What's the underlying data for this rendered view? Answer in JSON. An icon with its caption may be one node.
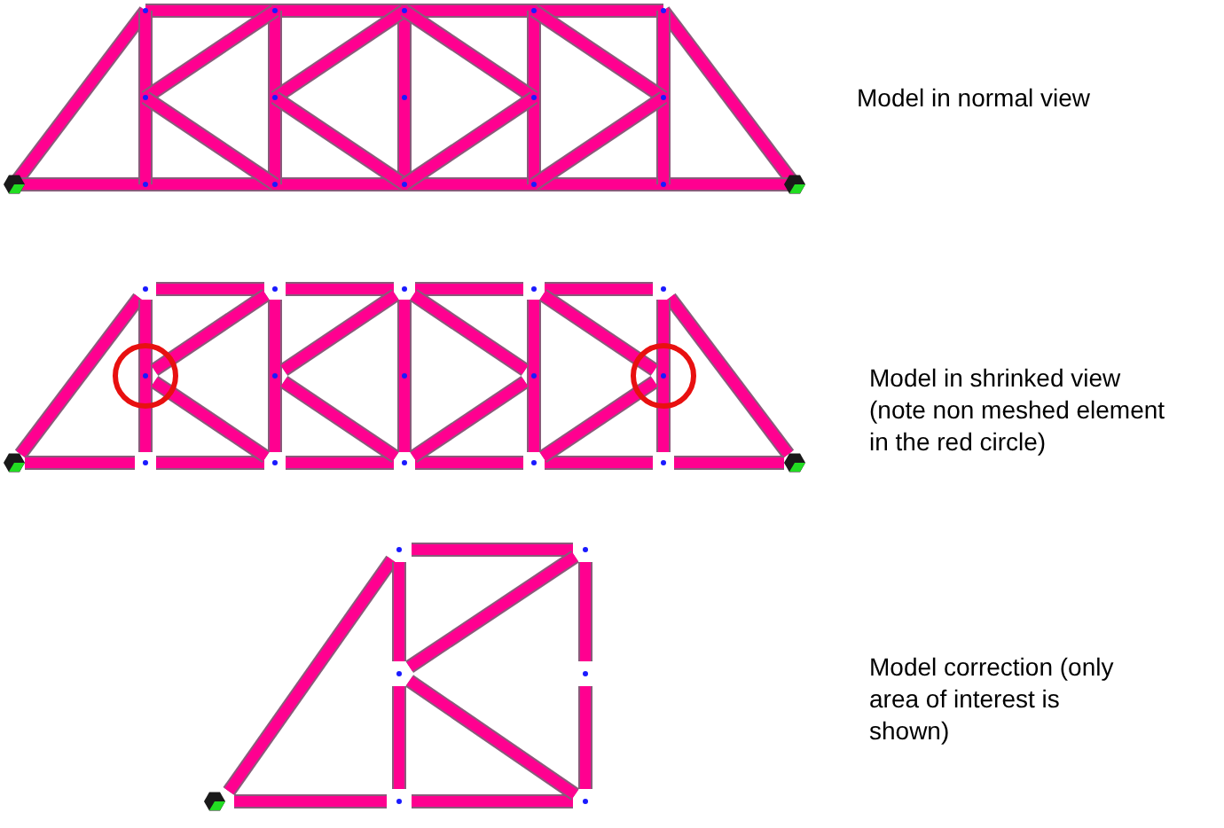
{
  "diagram": {
    "labels": [
      "Model in normal view",
      "Model in shrinked view (note non meshed element in the red circle)",
      "Model correction (only area of interest is shown)"
    ]
  }
}
